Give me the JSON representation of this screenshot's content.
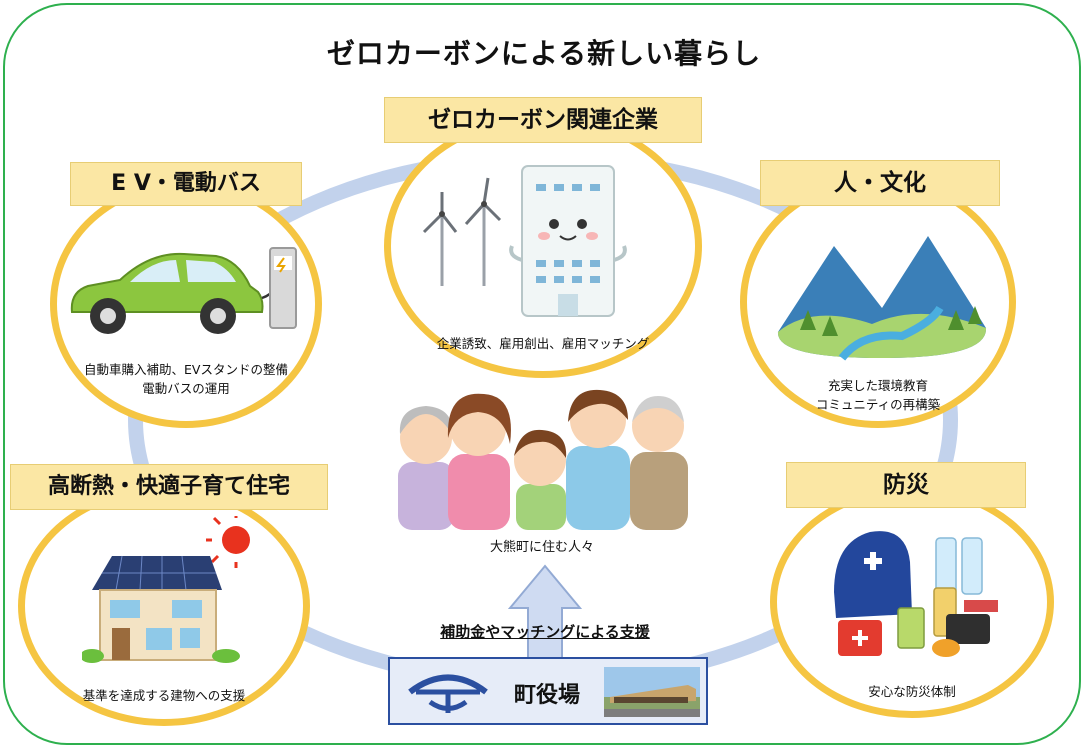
{
  "title": "ゼロカーボンによる新しい暮らし",
  "center": {
    "caption": "大熊町に住む人々"
  },
  "topics": {
    "company": {
      "label": "ゼロカーボン関連企業",
      "caption": [
        "企業誘致、雇用創出、雇用マッチング"
      ]
    },
    "ev": {
      "label": "E V・電動バス",
      "caption": [
        "自動車購入補助、EVスタンドの整備",
        "電動バスの運用"
      ]
    },
    "culture": {
      "label": "人・文化",
      "caption": [
        "充実した環境教育",
        "コミュニティの再構築"
      ]
    },
    "housing": {
      "label": "高断熱・快適子育て住宅",
      "caption": [
        "基準を達成する建物への支援"
      ]
    },
    "disaster": {
      "label": "防災",
      "caption": [
        "安心な防災体制"
      ]
    }
  },
  "support": {
    "text": "補助金やマッチングによる支援"
  },
  "townhall": {
    "label": "町役場"
  },
  "colors": {
    "frame": "#2eb04e",
    "circle_border": "#f5c542",
    "label_fill": "#fbe7a4",
    "ring": "#c2d2ec",
    "townhall_border": "#2b4fa0"
  }
}
